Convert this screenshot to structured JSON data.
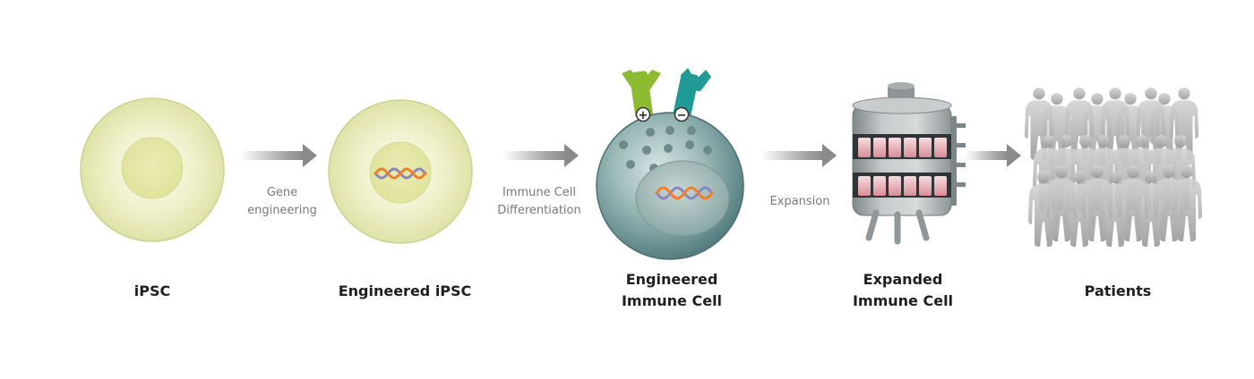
{
  "stages": [
    {
      "label": "iPSC"
    },
    {
      "label": "Engineered iPSC"
    },
    {
      "label_line1": "Engineered",
      "label_line2": "Immune Cell"
    },
    {
      "label_line1": "Expanded",
      "label_line2": "Immune Cell"
    },
    {
      "label": "Patients"
    }
  ],
  "arrows": [
    {
      "line1": "Gene",
      "line2": "engineering"
    },
    {
      "line1": "Immune Cell",
      "line2": "Differentiation"
    },
    {
      "line1": "Expansion"
    },
    {}
  ],
  "receptors": {
    "positive_symbol": "+",
    "negative_symbol": "−"
  },
  "colors": {
    "cell_fill": "#e6e9b8",
    "cell_edge": "#c9cf8a",
    "immune_cell": "#6f9596",
    "dna_orange": "#f07f2a",
    "dna_purple": "#8a86c4",
    "receptor_green": "#8dbb2f",
    "receptor_teal": "#1f9a95",
    "arrow_gray": "#8a8a8a",
    "reactor_body": "#b8bdbe",
    "bag_pink": "#e3a2a9",
    "patient_gray": "#9a9a9a"
  }
}
